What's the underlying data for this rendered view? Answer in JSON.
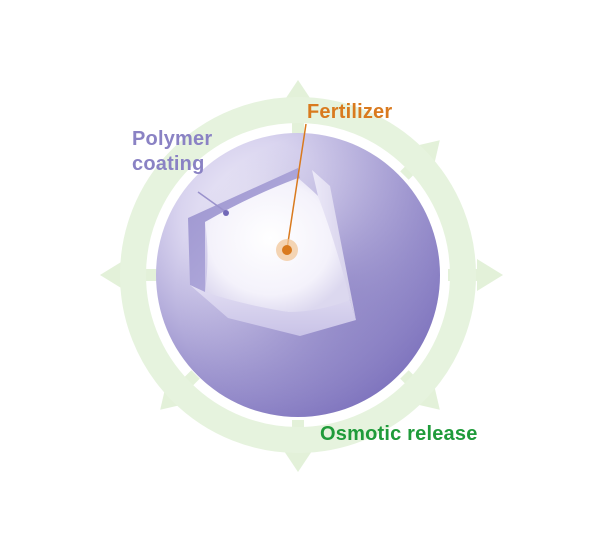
{
  "diagram": {
    "labels": {
      "fertilizer": "Fertilizer",
      "polymer_line1": "Polymer",
      "polymer_line2": "coating",
      "osmotic": "Osmotic release"
    },
    "colors": {
      "fertilizer": "#d97a1e",
      "polymer": "#8a82c4",
      "osmotic": "#1f9b3a",
      "release_ring": "#e6f3de",
      "arrows": "#e3f1d9",
      "sphere_dark": "#7d72bd",
      "sphere_light": "#f4f2fb"
    }
  }
}
